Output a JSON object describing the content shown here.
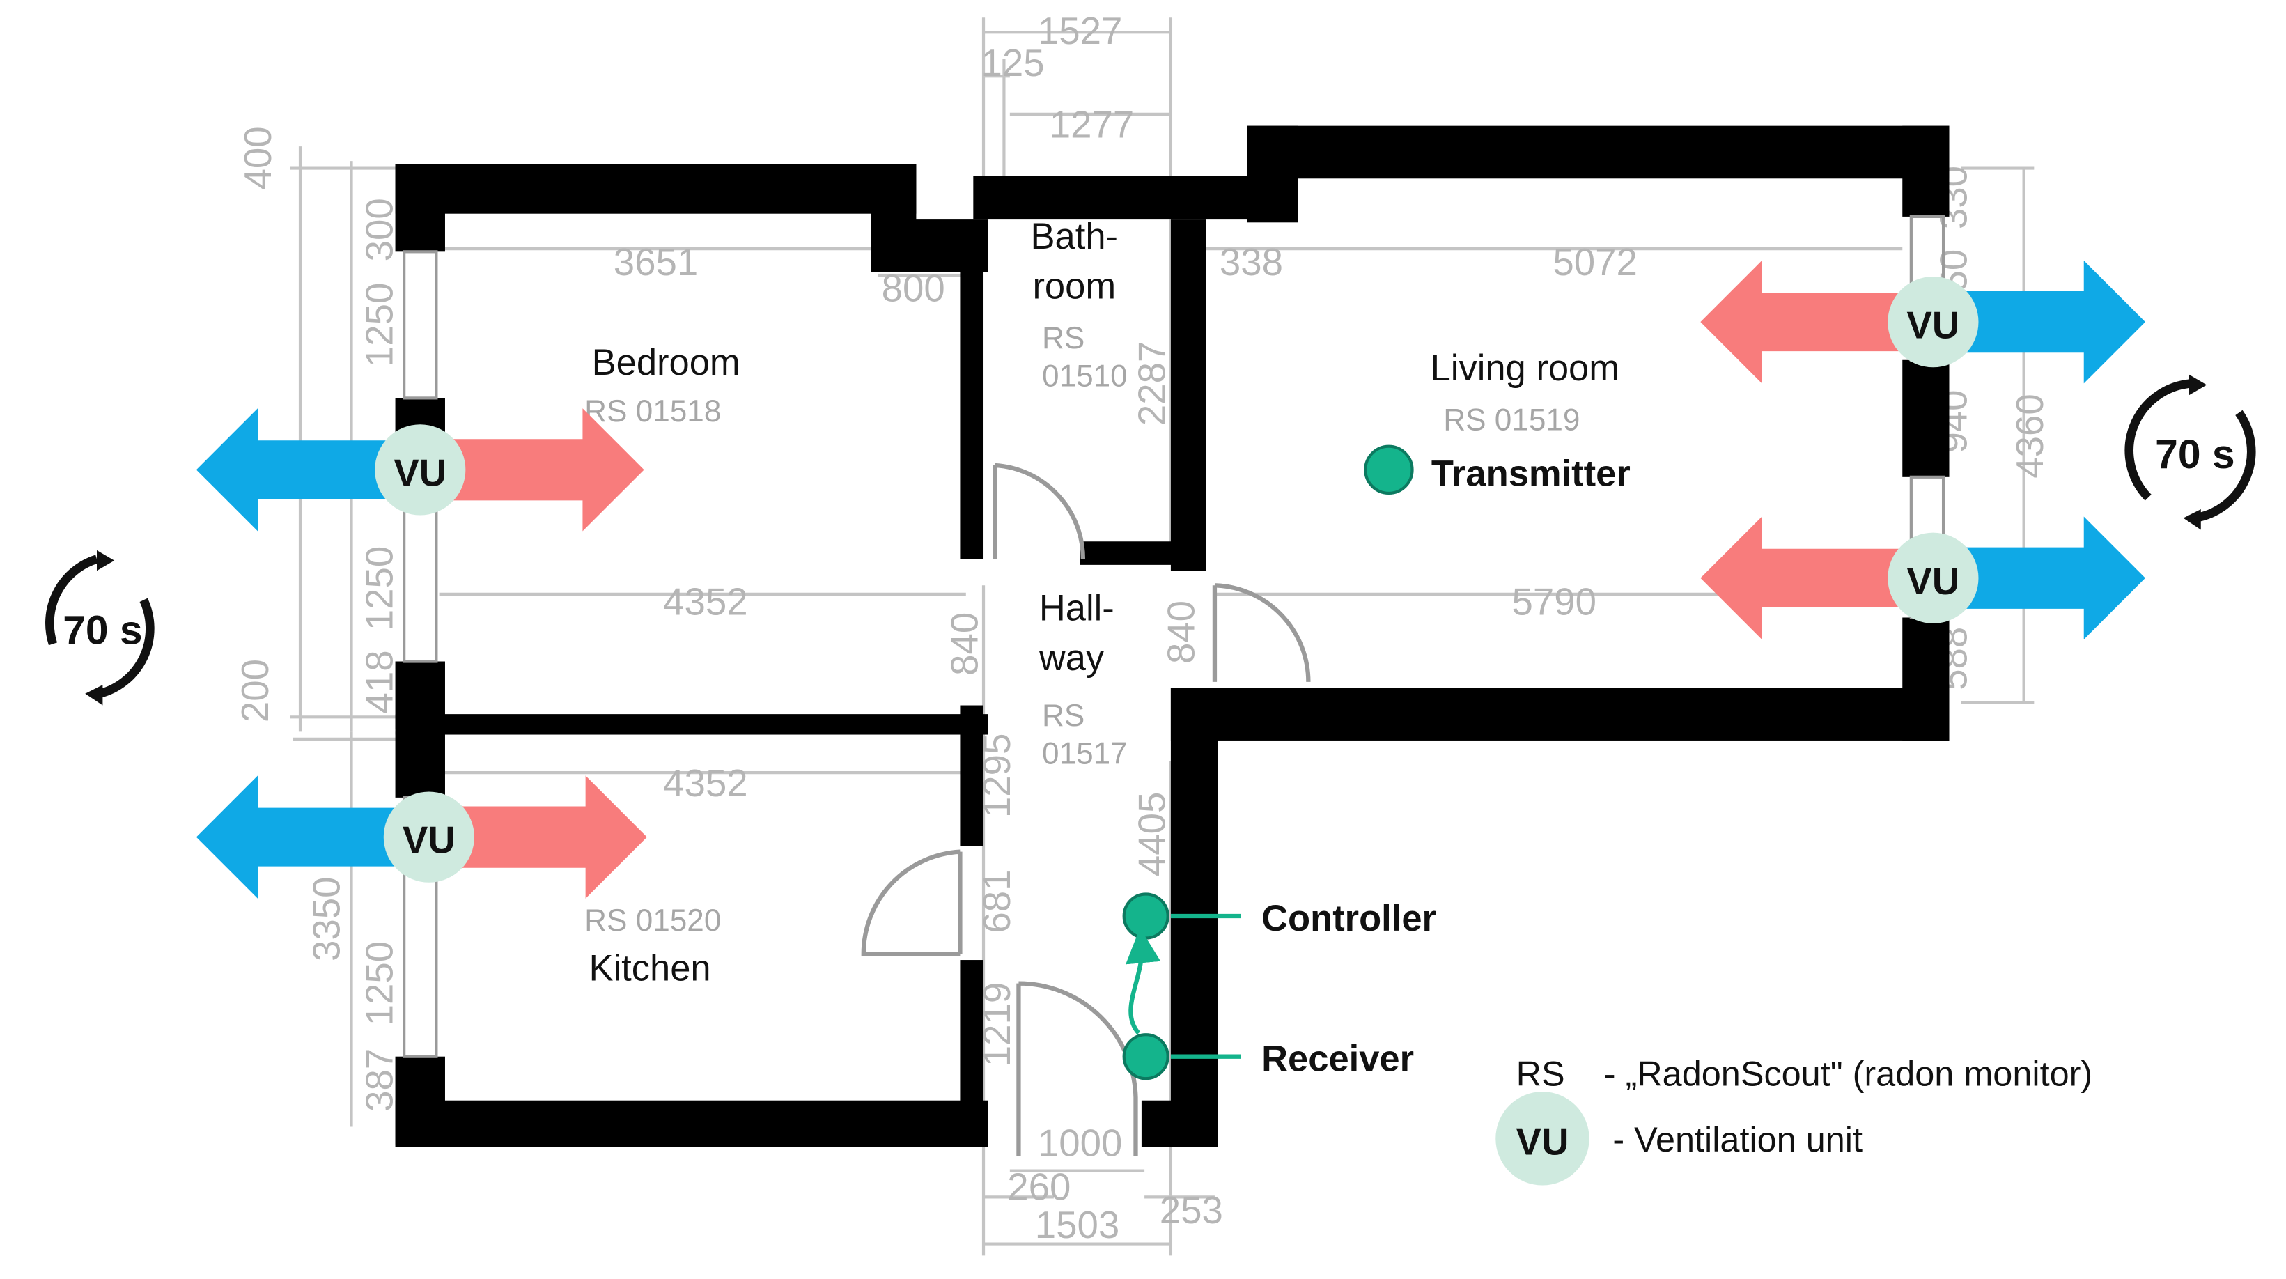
{
  "colors": {
    "wall": "#000000",
    "exhaust_arrow": "#0fa9e6",
    "supply_arrow": "#f87c7c",
    "vu_circle": "#cfeadf",
    "device_dot": "#14b48c",
    "dimension_line": "#c4c4c4"
  },
  "rooms": {
    "bedroom": {
      "name": "Bedroom",
      "rs": "RS 01518"
    },
    "bathroom": {
      "name_line1": "Bath-",
      "name_line2": "room",
      "rs_line1": "RS",
      "rs_line2": "01510"
    },
    "living_room": {
      "name": "Living room",
      "rs": "RS 01519"
    },
    "hallway": {
      "name_line1": "Hall-",
      "name_line2": "way",
      "rs_line1": "RS",
      "rs_line2": "01517"
    },
    "kitchen": {
      "name": "Kitchen",
      "rs": "RS 01520"
    }
  },
  "devices": {
    "transmitter": "Transmitter",
    "controller": "Controller",
    "receiver": "Receiver"
  },
  "ventilation_units": {
    "label": "VU",
    "cycle_left": "70 s",
    "cycle_right": "70 s"
  },
  "legend": {
    "rs_key": "RS",
    "rs_desc": "-  „RadonScout\" (radon monitor)",
    "vu_key": "VU",
    "vu_desc": "-  Ventilation unit"
  },
  "dimensions": {
    "top_1527": "1527",
    "top_125": "125",
    "top_1277": "1277",
    "d_400": "400",
    "d_300": "300",
    "d_3651": "3651",
    "d_800": "800",
    "d_338": "338",
    "d_5072": "5072",
    "d_1250a": "1250",
    "d_1250b": "1250",
    "d_4352a": "4352",
    "d_840a": "840",
    "d_2287": "2287",
    "d_5790": "5790",
    "d_840b": "840",
    "d_200": "200",
    "d_418": "418",
    "d_4352b": "4352",
    "d_1295": "1295",
    "d_4405": "4405",
    "d_681": "681",
    "d_3350": "3350",
    "d_1250c": "1250",
    "d_387": "387",
    "d_1219": "1219",
    "d_1000": "1000",
    "d_260": "260",
    "d_1503": "1503",
    "d_253": "253",
    "d_4360": "4360",
    "d_940": "940",
    "d_588": "588",
    "d_330": "330",
    "d_150": "150"
  }
}
